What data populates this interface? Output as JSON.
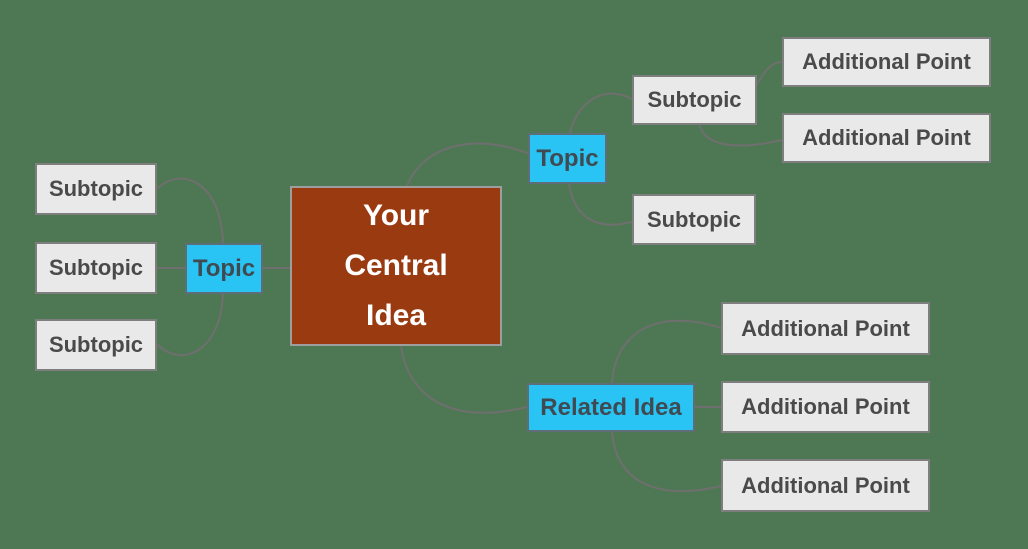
{
  "palette": {
    "background": "#4E7853",
    "central_fill": "#9A3A10",
    "central_text": "#FFFFFF",
    "branch_fill": "#29C4F3",
    "branch_text": "#3F4A52",
    "leaf_fill": "#E9E9E9",
    "leaf_border": "#7E7E7E",
    "edge": "#6F6F6F"
  },
  "mindmap": {
    "central": {
      "label": "Your Central Idea",
      "label_lines": [
        "Your",
        "Central",
        "Idea"
      ]
    },
    "branches": [
      {
        "label": "Topic",
        "side": "left",
        "children": [
          {
            "label": "Subtopic"
          },
          {
            "label": "Subtopic"
          },
          {
            "label": "Subtopic"
          }
        ]
      },
      {
        "label": "Topic",
        "side": "right",
        "children": [
          {
            "label": "Subtopic",
            "children": [
              {
                "label": "Additional Point"
              },
              {
                "label": "Additional Point"
              }
            ]
          },
          {
            "label": "Subtopic"
          }
        ]
      },
      {
        "label": "Related Idea",
        "side": "right",
        "children": [
          {
            "label": "Additional Point"
          },
          {
            "label": "Additional Point"
          },
          {
            "label": "Additional Point"
          }
        ]
      }
    ]
  }
}
